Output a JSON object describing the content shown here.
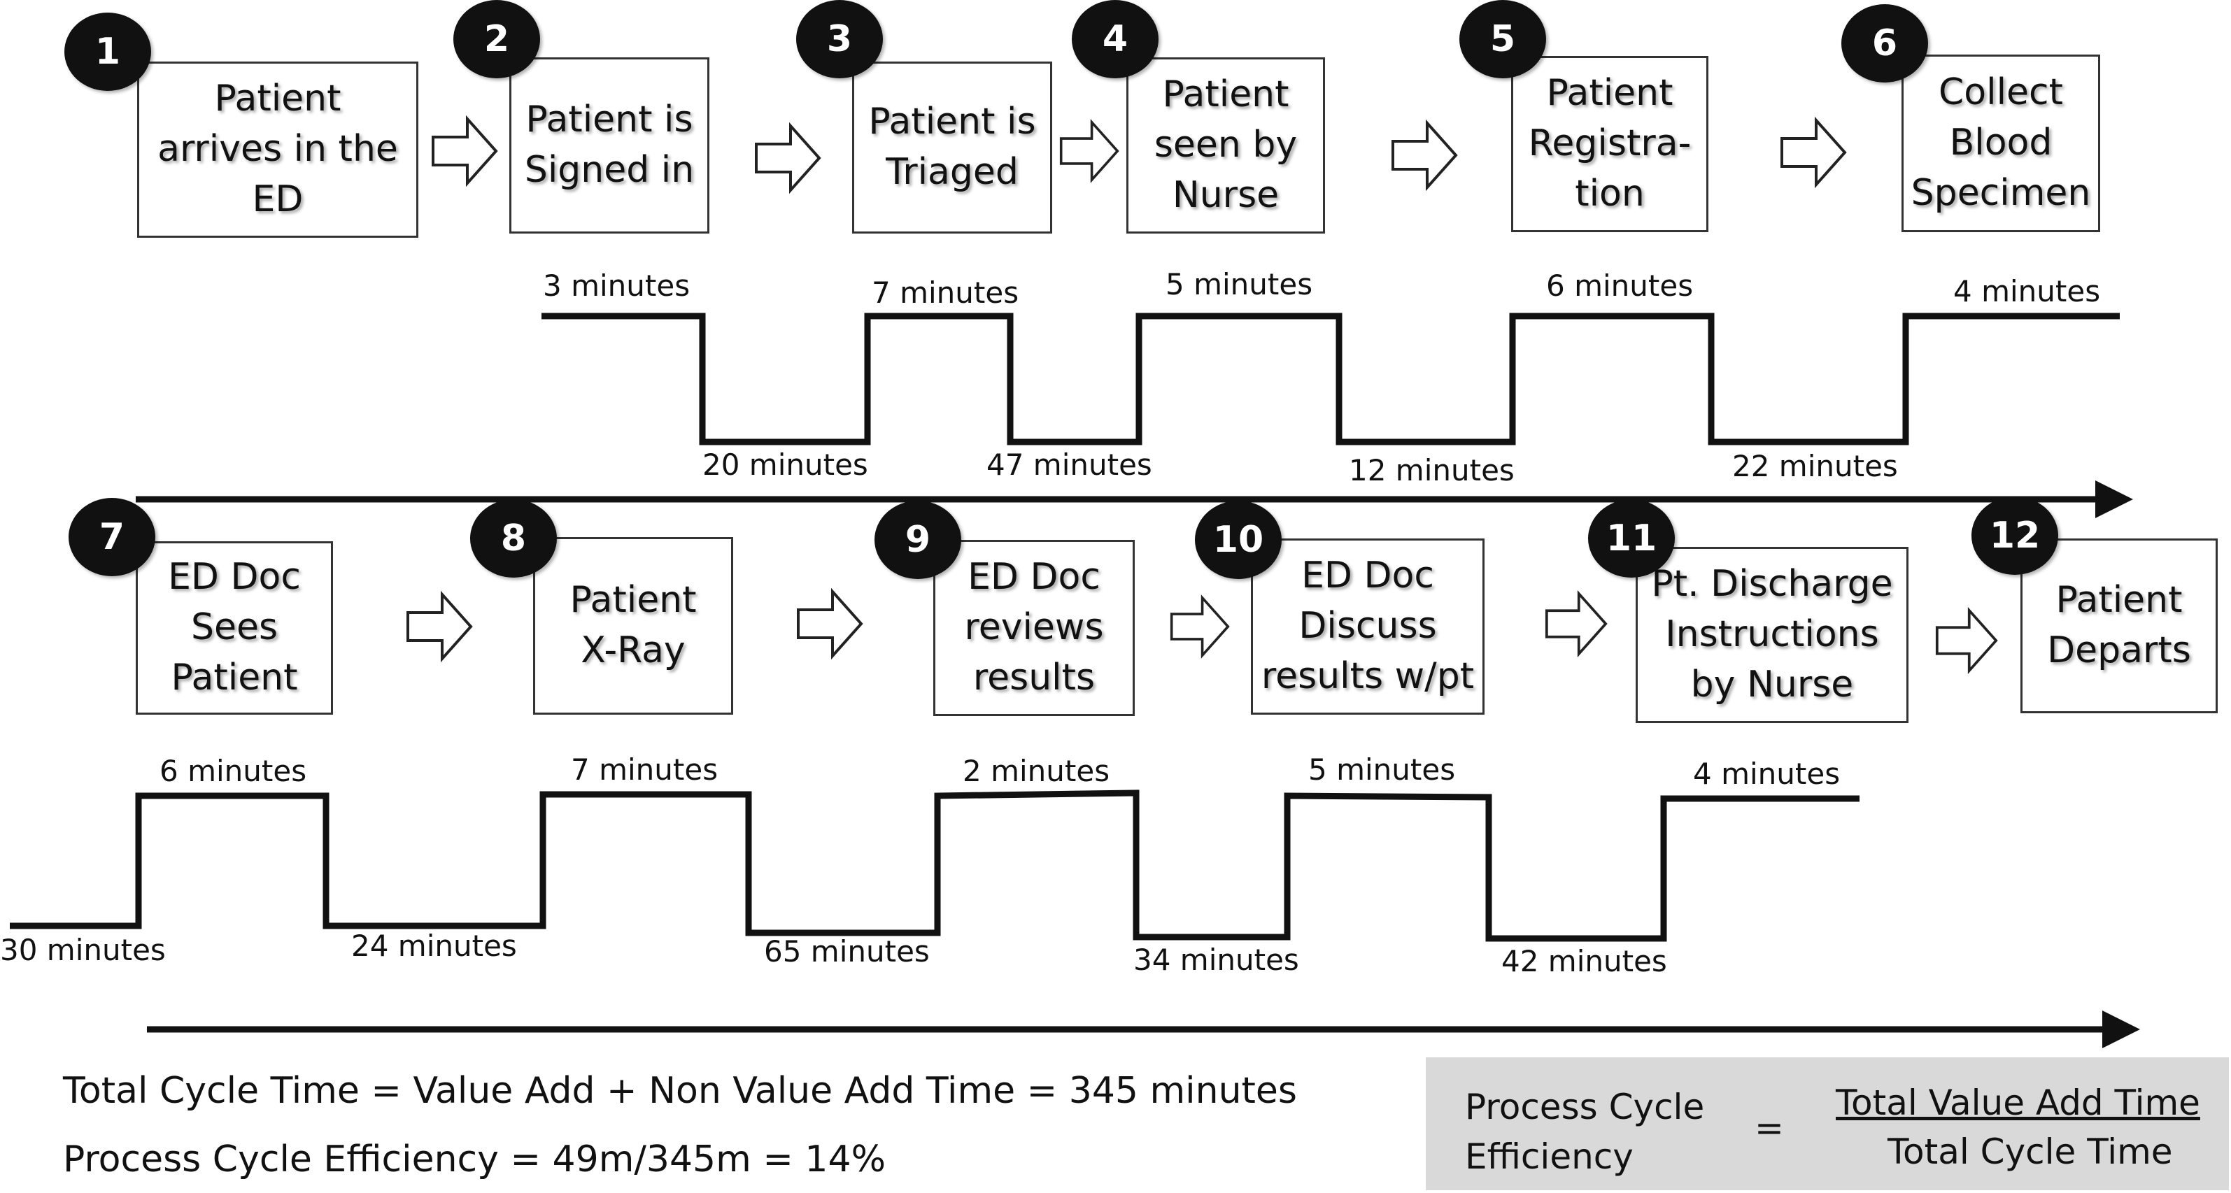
{
  "steps": [
    {
      "number": "1",
      "label": "Patient\narrives in the\nED"
    },
    {
      "number": "2",
      "label": "Patient is\nSigned in"
    },
    {
      "number": "3",
      "label": "Patient is\nTriaged"
    },
    {
      "number": "4",
      "label": "Patient\nseen by\nNurse"
    },
    {
      "number": "5",
      "label": "Patient\nRegistra-\ntion"
    },
    {
      "number": "6",
      "label": "Collect\nBlood\nSpecimen"
    },
    {
      "number": "7",
      "label": "ED Doc\nSees\nPatient"
    },
    {
      "number": "8",
      "label": "Patient\nX-Ray"
    },
    {
      "number": "9",
      "label": "ED Doc\nreviews\nresults"
    },
    {
      "number": "10",
      "label": "ED Doc\nDiscuss\nresults w/pt"
    },
    {
      "number": "11",
      "label": "Pt. Discharge\nInstructions\nby Nurse"
    },
    {
      "number": "12",
      "label": "Patient\nDeparts"
    }
  ],
  "timeline_row1": {
    "value_add": [
      "3 minutes",
      "7 minutes",
      "5 minutes",
      "6 minutes",
      "4 minutes"
    ],
    "wait": [
      "20 minutes",
      "47 minutes",
      "12 minutes",
      "22 minutes"
    ]
  },
  "timeline_row2": {
    "value_add": [
      "6 minutes",
      "7 minutes",
      "2 minutes",
      "5 minutes",
      "4 minutes"
    ],
    "wait": [
      "30 minutes",
      "24 minutes",
      "65 minutes",
      "34 minutes",
      "42 minutes"
    ]
  },
  "summary": {
    "total_cycle": "Total Cycle Time = Value Add + Non Value Add Time = 345 minutes",
    "efficiency": "Process Cycle Efficiency = 49m/345m = 14%"
  },
  "formula": {
    "left": "Process Cycle\nEfficiency",
    "equals": "=",
    "numerator": "Total Value Add Time",
    "denominator": "Total Cycle Time"
  }
}
